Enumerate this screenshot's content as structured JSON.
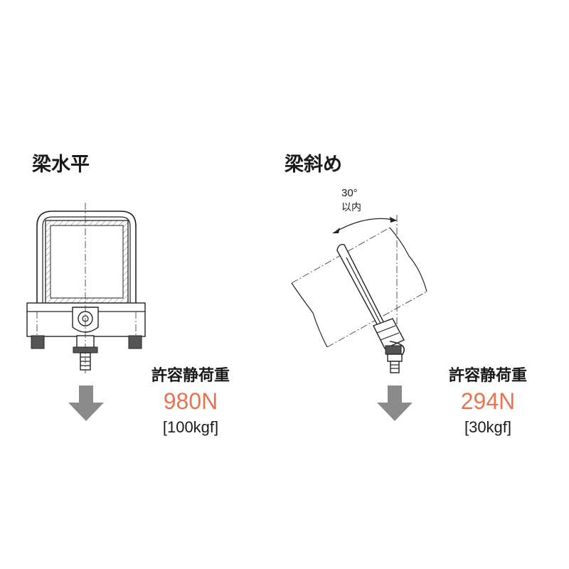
{
  "colors": {
    "load_value": "#e8734f",
    "arrow": "#8a8a8a",
    "line": "#222222"
  },
  "panels": [
    {
      "title": "梁水平",
      "load_label": "許容静荷重",
      "load_value": "980N",
      "load_kgf": "[100kgf]"
    },
    {
      "title": "梁斜め",
      "angle_value": "30°",
      "angle_note": "以内",
      "load_label": "許容静荷重",
      "load_value": "294N",
      "load_kgf": "[30kgf]"
    }
  ]
}
